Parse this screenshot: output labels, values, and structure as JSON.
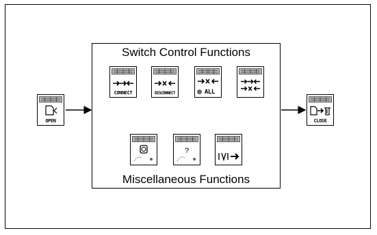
{
  "diagram": {
    "group_title_top": "Switch Control Functions",
    "group_title_bottom": "Miscellaneous Functions",
    "open_vi": {
      "caption": "OPEN"
    },
    "close_vi": {
      "caption": "CLOSE"
    },
    "switch_vis": [
      {
        "caption": "CONNECT",
        "icon": "connect-arrows-icon"
      },
      {
        "caption": "DISCONNECT",
        "icon": "disconnect-arrows-icon"
      },
      {
        "caption": "ALL",
        "icon": "disconnect-all-icon"
      },
      {
        "caption": "",
        "icon": "connect-disconnect-icon"
      }
    ],
    "misc_vis": [
      {
        "caption": "",
        "icon": "timer-wait-icon"
      },
      {
        "caption": "",
        "icon": "query-state-icon"
      },
      {
        "caption": "",
        "icon": "utility-arrow-icon"
      }
    ]
  }
}
